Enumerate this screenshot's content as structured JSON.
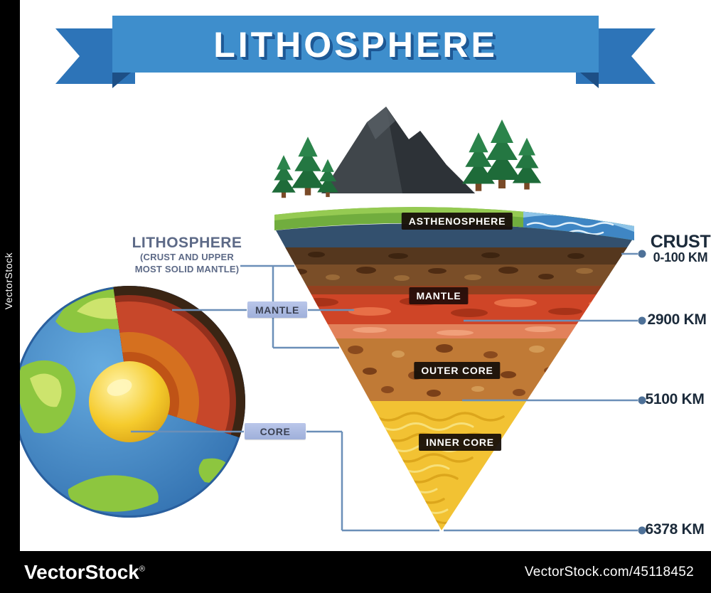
{
  "banner": {
    "title": "LITHOSPHERE"
  },
  "globe_panel": {
    "lithosphere_title": "LITHOSPHERE",
    "lithosphere_sub1": "(CRUST AND UPPER",
    "lithosphere_sub2": "MOST SOLID MANTLE)",
    "mantle_badge": "MANTLE",
    "core_badge": "CORE"
  },
  "wedge": {
    "asthenosphere": "ASTHENOSPHERE",
    "mantle": "MANTLE",
    "outer_core": "OUTER CORE",
    "inner_core": "INNER CORE"
  },
  "depth_scale": [
    {
      "label": "CRUST",
      "sublabel": "0-100 KM"
    },
    {
      "label": "2900 KM"
    },
    {
      "label": "5100 KM"
    },
    {
      "label": "6378 KM"
    }
  ],
  "watermark": {
    "vertical_text": "VectorStock",
    "brand": "VectorStock",
    "registered_mark": "®",
    "credit": "VectorStock.com/45118452"
  },
  "colors": {
    "ribbon_blue": "#3e8ecc",
    "ribbon_dark_blue": "#2d74b8",
    "ribbon_fold": "#1d4f86",
    "label_badge_blue": "#aab9e2",
    "connector_line": "#6b8fb8",
    "depth_text": "#1b2a3a",
    "grass_green": "#71ad3e",
    "water_blue": "#3f86c4",
    "asthenosphere_brown": "#7a4e28",
    "mantle_red": "#cf4527",
    "outer_core_tan": "#c07a36",
    "inner_core_yellow": "#f2c233",
    "core_ball_yellow": "#f5cb2d"
  }
}
